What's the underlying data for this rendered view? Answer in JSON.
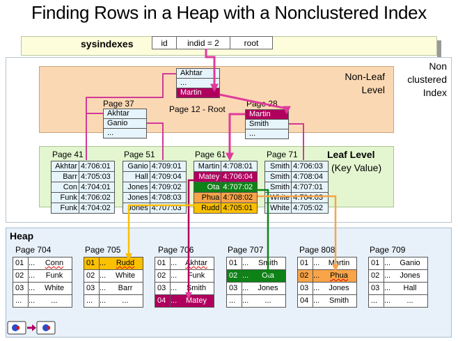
{
  "title": "Finding Rows in a Heap with a Nonclustered Index",
  "sysindexes": {
    "label": "sysindexes",
    "cols": [
      "id",
      "indid = 2",
      "root"
    ]
  },
  "labels": {
    "nonleaf_l1": "Non-Leaf",
    "nonleaf_l2": "Level",
    "nonclustered_l1": "Non",
    "nonclustered_l2": "clustered",
    "nonclustered_l3": "Index",
    "leaf_level": "Leaf Level",
    "key_value": "(Key Value)",
    "heap": "Heap"
  },
  "root_page": {
    "label": "Page 12 - Root",
    "rows": [
      "Akhtar",
      "...",
      "Martin"
    ]
  },
  "nonleaf_pages": [
    {
      "label": "Page 37",
      "rows": [
        "Akhtar",
        "Ganio",
        "..."
      ]
    },
    {
      "label": "Page 28",
      "rows": [
        "Martin",
        "Smith",
        "..."
      ]
    }
  ],
  "leaf_pages": [
    {
      "label": "Page 41",
      "rows": [
        [
          "Akhtar",
          "4:706:01"
        ],
        [
          "Barr",
          "4:705:03"
        ],
        [
          "Con",
          "4:704:01"
        ],
        [
          "Funk",
          "4:706:02"
        ],
        [
          "Funk",
          "4:704:02"
        ]
      ]
    },
    {
      "label": "Page 51",
      "rows": [
        [
          "Ganio",
          "4:709:01"
        ],
        [
          "Hall",
          "4:709:04"
        ],
        [
          "Jones",
          "4:709:02"
        ],
        [
          "Jones",
          "4:708:03"
        ],
        [
          "Jones",
          "4:707:03"
        ]
      ]
    },
    {
      "label": "Page 61",
      "rows": [
        [
          "Martin",
          "4:708:01"
        ],
        [
          "Matey",
          "4:706:04"
        ],
        [
          "Ota",
          "4:707:02"
        ],
        [
          "Phua",
          "4:708:02"
        ],
        [
          "Rudd",
          "4:705:01"
        ]
      ]
    },
    {
      "label": "Page 71",
      "rows": [
        [
          "Smith",
          "4:706:03"
        ],
        [
          "Smith",
          "4:708:04"
        ],
        [
          "Smith",
          "4:707:01"
        ],
        [
          "White",
          "4:704:03"
        ],
        [
          "White",
          "4:705:02"
        ]
      ]
    }
  ],
  "heap_pages": [
    {
      "label": "Page 704",
      "rows": [
        [
          "01",
          "...",
          "Conn"
        ],
        [
          "02",
          "...",
          "Funk"
        ],
        [
          "03",
          "...",
          "White"
        ],
        [
          "...",
          "...",
          "..."
        ]
      ]
    },
    {
      "label": "Page 705",
      "rows": [
        [
          "01",
          "...",
          "Rudd"
        ],
        [
          "02",
          "...",
          "White"
        ],
        [
          "03",
          "...",
          "Barr"
        ],
        [
          "...",
          "...",
          "..."
        ]
      ]
    },
    {
      "label": "Page 706",
      "rows": [
        [
          "01",
          "...",
          "Akhtar"
        ],
        [
          "02",
          "...",
          "Funk"
        ],
        [
          "03",
          "...",
          "Smith"
        ],
        [
          "04",
          "...",
          "Matey"
        ]
      ]
    },
    {
      "label": "Page 707",
      "rows": [
        [
          "01",
          "...",
          "Smith"
        ],
        [
          "02",
          "...",
          "Ota"
        ],
        [
          "03",
          "...",
          "Jones"
        ],
        [
          "...",
          "...",
          "..."
        ]
      ]
    },
    {
      "label": "Page 808",
      "rows": [
        [
          "01",
          "...",
          "Martin"
        ],
        [
          "02",
          "...",
          "Phua"
        ],
        [
          "03",
          "...",
          "Jones"
        ],
        [
          "04",
          "...",
          "Smith"
        ]
      ]
    },
    {
      "label": "Page 709",
      "rows": [
        [
          "01",
          "...",
          "Ganio"
        ],
        [
          "02",
          "...",
          "Jones"
        ],
        [
          "03",
          "...",
          "Hall"
        ],
        [
          "...",
          "...",
          "..."
        ]
      ]
    }
  ],
  "colors": {
    "magenta": "#b0005e",
    "green": "#0e8217",
    "orange": "#f8a448",
    "yellow": "#fbc000"
  }
}
